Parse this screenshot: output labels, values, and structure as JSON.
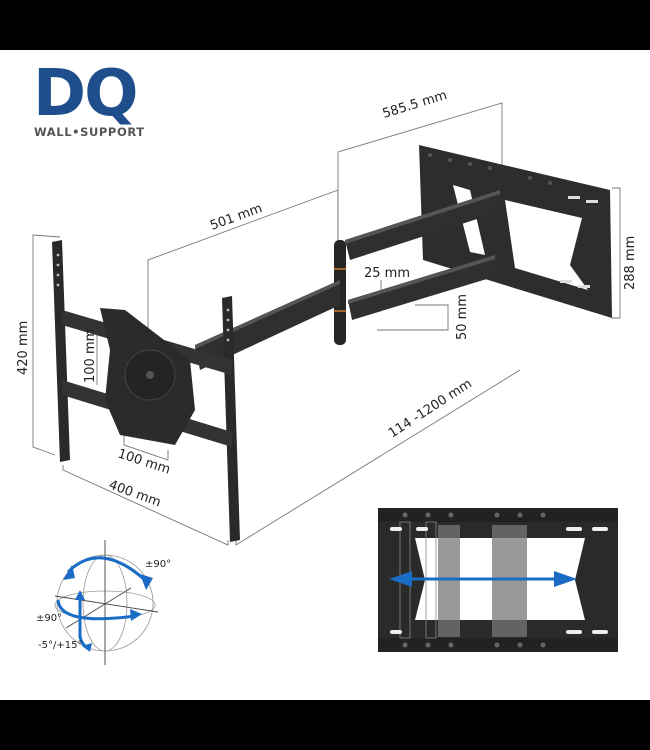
{
  "logo": {
    "brand": "DQ",
    "tagline": "WALL•SUPPORT",
    "color": "#1f4e8c"
  },
  "product": {
    "description": "Full-motion TV wall mount with long extension arm, dimension diagram"
  },
  "dimensions": {
    "wall_plate_depth": "585.5 mm",
    "arm_length": "501 mm",
    "wall_plate_height": "288 mm",
    "tv_bracket_height": "420 mm",
    "tv_bracket_width": "400 mm",
    "vesa_min_horizontal": "100 mm",
    "vesa_min_vertical": "100 mm",
    "arm_thickness": "25 mm",
    "arm_height": "50 mm",
    "extension_range": "114 -1200 mm"
  },
  "rotation": {
    "swivel": "±90°",
    "rotate": "±90°",
    "tilt": "-5°/+15°"
  },
  "colors": {
    "accent_blue": "#1a6cc4",
    "frame": "#2a2a2a",
    "dim_line": "#777777"
  }
}
